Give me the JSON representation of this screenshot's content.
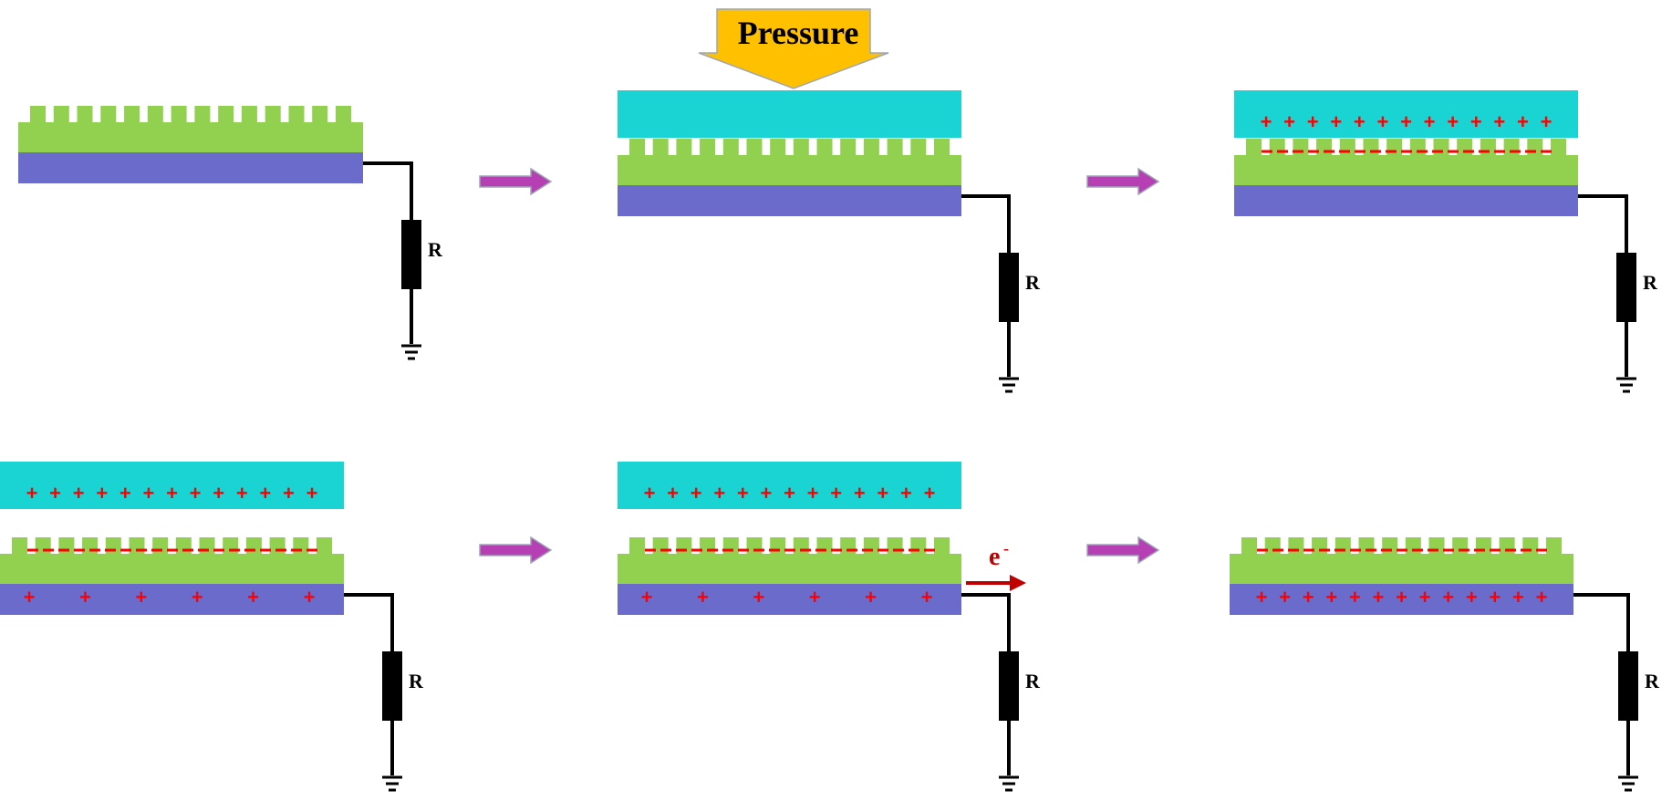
{
  "labels": {
    "pressure": "Pressure",
    "resistor": "R",
    "electron": "e",
    "electron_sup": "-",
    "plus": "+"
  },
  "colors": {
    "top_layer": "#1AD4D4",
    "patterned_layer": "#92D050",
    "electrode": "#6B6BCC",
    "process_arrow": "#B63FB4",
    "pressure_arrow": "#FFC000",
    "charge": "#FF0000",
    "electron_arrow": "#C00000",
    "wire": "#000000"
  },
  "icons": {
    "resistor": "resistor-icon",
    "ground": "ground-icon",
    "process_arrow": "right-arrow-icon"
  },
  "panels": [
    {
      "id": "stage-1",
      "top_layer": false,
      "pressure": false,
      "top_plus": 0,
      "surface_negative": false,
      "electrode_plus": 0,
      "electron_flow": false
    },
    {
      "id": "stage-2",
      "top_layer": true,
      "pressure": true,
      "top_plus": 0,
      "surface_negative": false,
      "electrode_plus": 0,
      "electron_flow": false
    },
    {
      "id": "stage-3",
      "top_layer": true,
      "pressure": false,
      "top_plus": 13,
      "surface_negative": true,
      "electrode_plus": 0,
      "electron_flow": false
    },
    {
      "id": "stage-4",
      "top_layer": true,
      "pressure": false,
      "top_plus": 13,
      "surface_negative": true,
      "electrode_plus": 6,
      "electron_flow": false
    },
    {
      "id": "stage-5",
      "top_layer": true,
      "pressure": false,
      "top_plus": 13,
      "surface_negative": true,
      "electrode_plus": 6,
      "electron_flow": true
    },
    {
      "id": "stage-6",
      "top_layer": false,
      "pressure": false,
      "top_plus": 0,
      "surface_negative": true,
      "electrode_plus": 13,
      "electron_flow": false
    }
  ]
}
